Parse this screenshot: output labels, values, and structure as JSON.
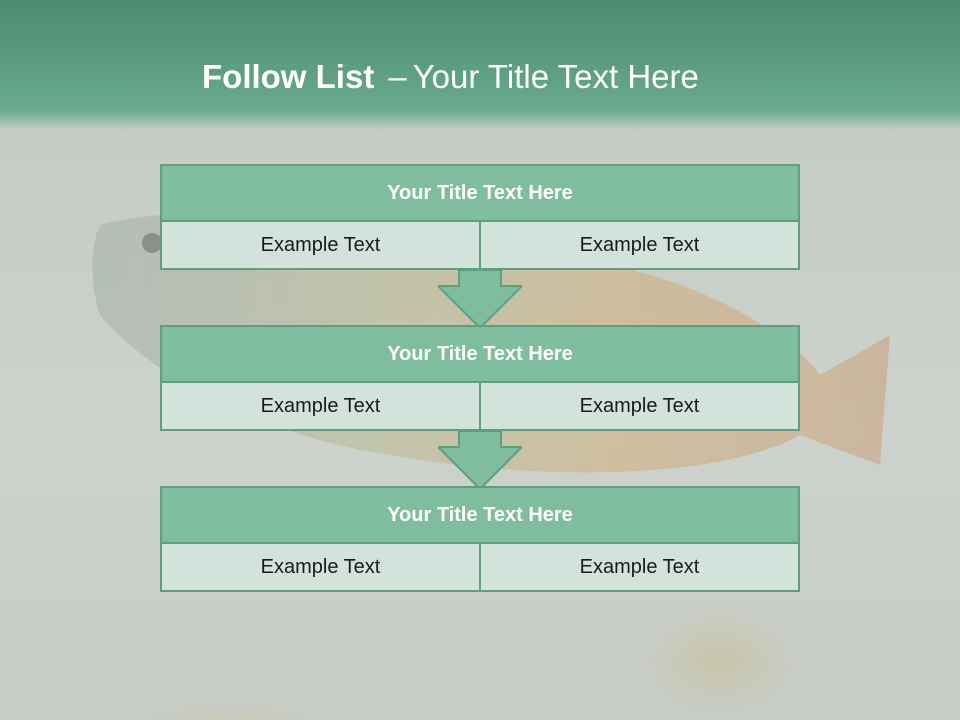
{
  "slide": {
    "title_bold": "Follow List",
    "title_sep": "–",
    "title_rest": "Your Title Text Here"
  },
  "blocks": [
    {
      "title": "Your Title Text Here",
      "left": "Example Text",
      "right": "Example Text"
    },
    {
      "title": "Your Title Text Here",
      "left": "Example Text",
      "right": "Example Text"
    },
    {
      "title": "Your Title Text Here",
      "left": "Example Text",
      "right": "Example Text"
    }
  ],
  "colors": {
    "banner": "#5e9f83",
    "header_fill": "#80bd9f",
    "cell_fill": "#d3e3dc",
    "border": "#5d9f80"
  }
}
